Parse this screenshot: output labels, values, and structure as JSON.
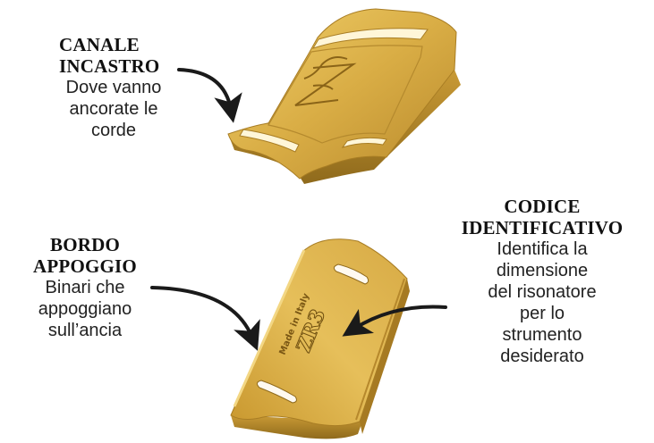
{
  "colors": {
    "gold_light": "#e8c25a",
    "gold_mid": "#cfa23a",
    "gold_dark": "#9c7420",
    "arrow": "#1a1a1a"
  },
  "labels": {
    "canale": {
      "title_line1": "CANALE",
      "title_line2": "INCASTRO",
      "desc_line1": "Dove vanno",
      "desc_line2": "ancorate le",
      "desc_line3": "corde"
    },
    "bordo": {
      "title_line1": "BORDO",
      "title_line2": "APPOGGIO",
      "desc_line1": "Binari che",
      "desc_line2": "appoggiano",
      "desc_line3": "sull’ancia"
    },
    "codice": {
      "title_line1": "CODICE",
      "title_line2": "IDENTIFICATIVO",
      "desc_line1": "Identifica la",
      "desc_line2": "dimensione",
      "desc_line3": "del risonatore",
      "desc_line4": "per lo",
      "desc_line5": "strumento",
      "desc_line6": "desiderato"
    }
  },
  "parts": {
    "top_piece_logo": "Z",
    "bottom_piece_engraving": "Made in Italy",
    "bottom_piece_code": "ZR3"
  },
  "icons": {
    "arrows": "curved-arrow-icon",
    "logo": "z-logo-icon"
  }
}
